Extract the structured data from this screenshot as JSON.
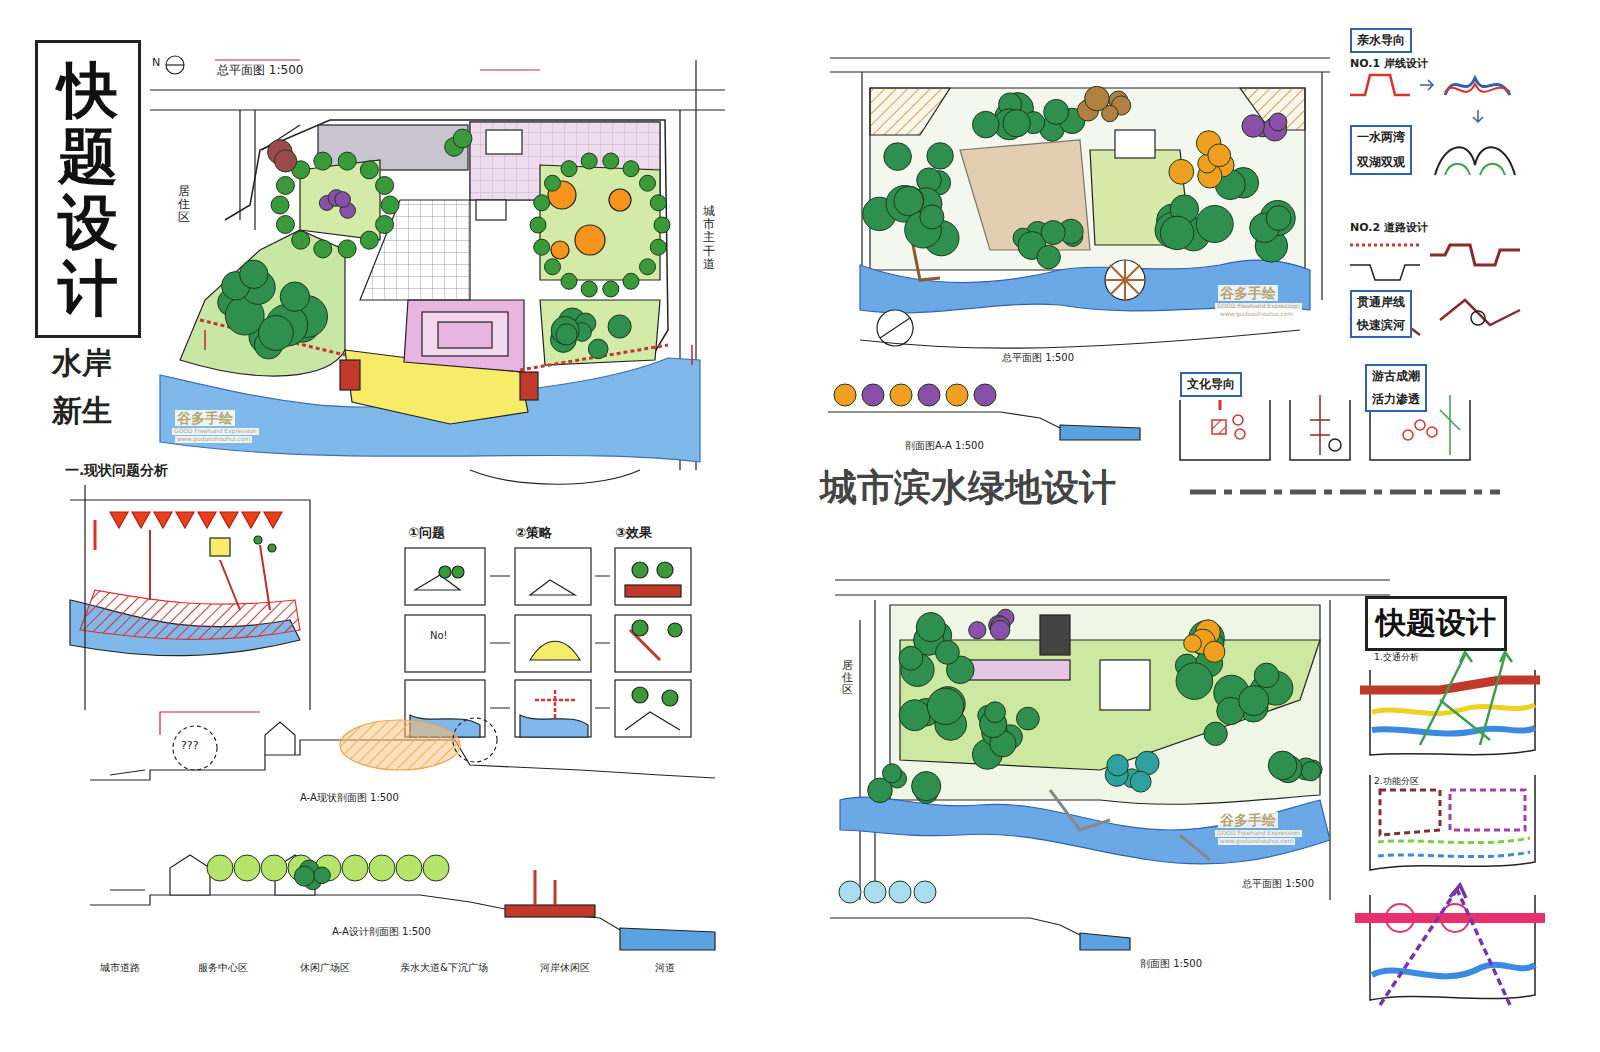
{
  "diagram": {
    "title": "城市滨水绿地设计",
    "nodes": [
      {
        "text": [
          "快题设计"
        ]
      },
      {
        "text": [
          "亲水导向"
        ]
      },
      {
        "text": [
          "一水两湾",
          "双湖双观"
        ]
      },
      {
        "text": [
          "贯通岸线",
          "快速滨河"
        ]
      },
      {
        "text": [
          "文化导向"
        ]
      },
      {
        "text": [
          "游古成潮",
          "活力渗透"
        ]
      },
      {
        "text": [
          "快题设计"
        ]
      }
    ],
    "labels": [
      "水岸",
      "新生",
      "总平面图 1:500",
      "N",
      "居住区",
      "城市主干道",
      "一.现状问题分析",
      "①问题",
      "②策略",
      "③效果",
      "A-A现状剖面图 1:500",
      "A-A设计剖面图 1:500",
      "城市道路",
      "服务中心区",
      "休闲广场区",
      "亲水大道&下沉广场",
      "河岸休闲区",
      "河道",
      "谷多手绘",
      "GOOD Freehand Expression",
      "www.guduoshouhui.com",
      "NO.1 岸线设计",
      "NO.2 道路设计",
      "总平面图 1:500",
      "剖面图A-A 1:500",
      "谷多手绘",
      "GOOD Freehand Expression",
      "www.guduoshouhui.com",
      "总平面图 1:500",
      "剖面图 1:500",
      "居住区",
      "1.交通分析",
      "2.功能分区",
      "谷多手绘",
      "GOOD Freehand Expression",
      "www.guduoshouhui.com",
      "???",
      "No!"
    ]
  }
}
